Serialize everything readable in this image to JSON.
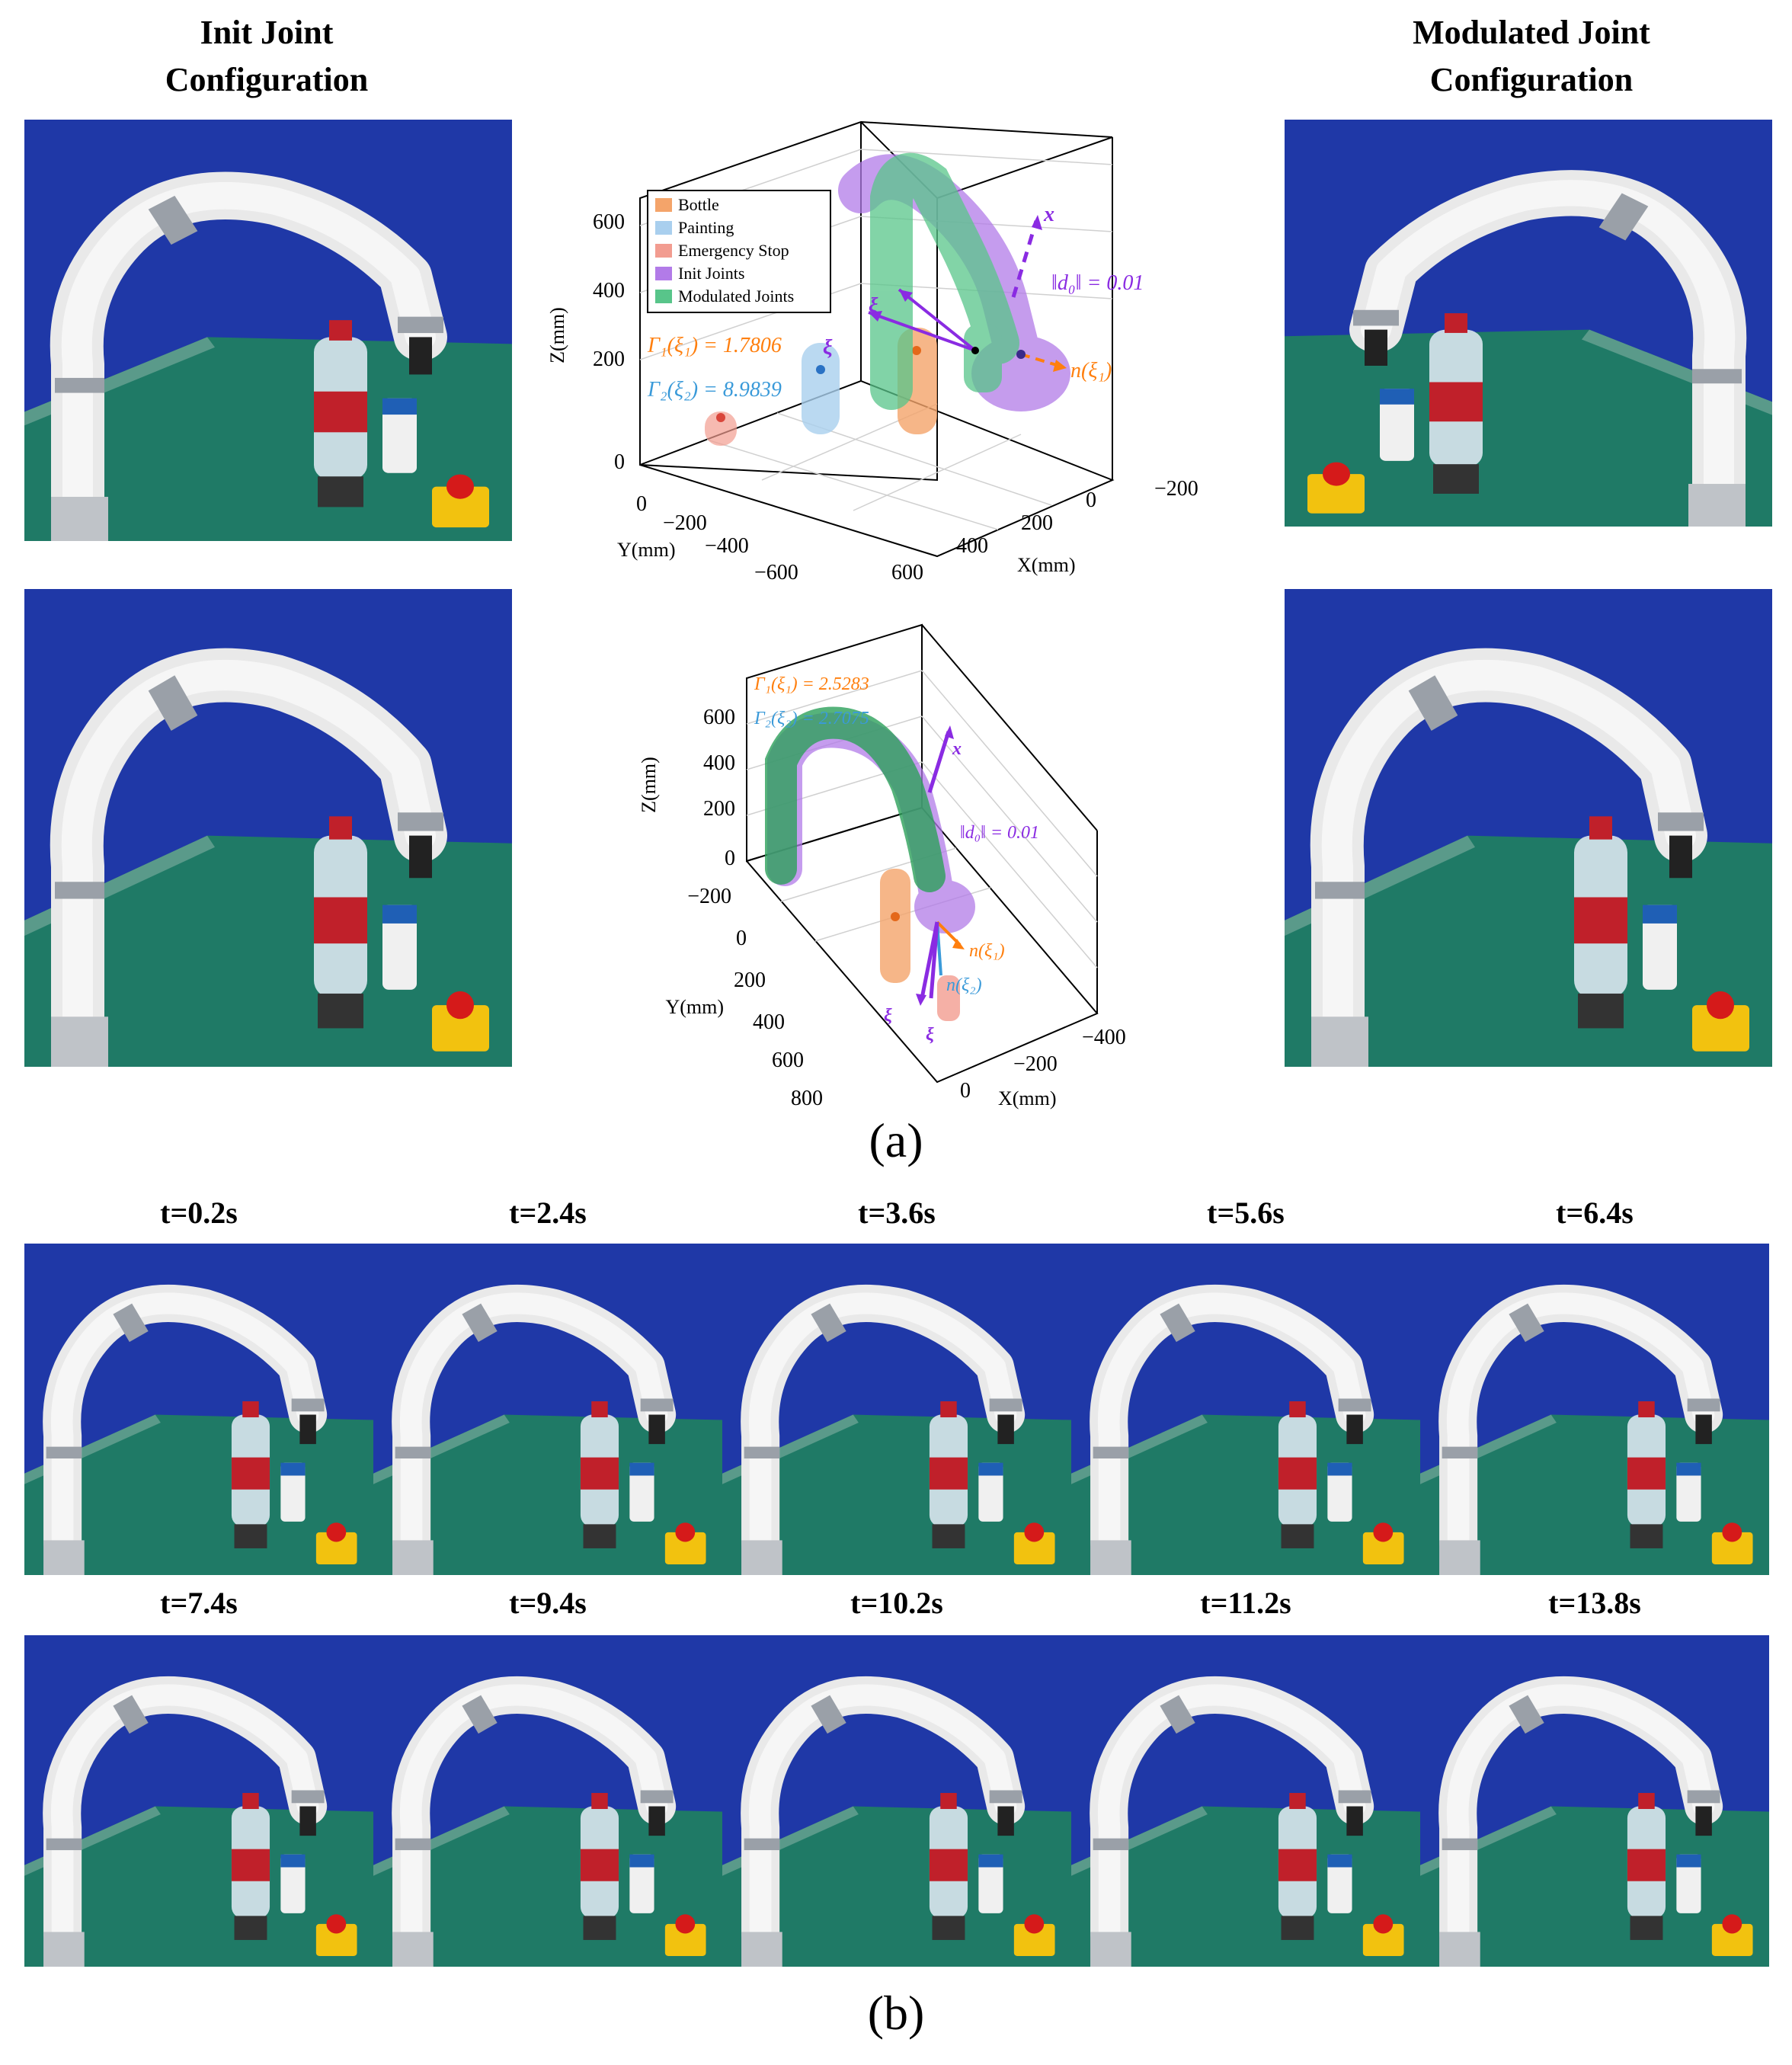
{
  "part_a": {
    "left_header": [
      "Init Joint",
      "Configuration"
    ],
    "right_header": [
      "Modulated Joint",
      "Configuration"
    ],
    "caption": "(a)",
    "plot1": {
      "legend": [
        "Bottle",
        "Painting",
        "Emergency Stop",
        "Init Joints",
        "Modulated Joints"
      ],
      "legend_colors": [
        "#f4a46a",
        "#a9cfee",
        "#f29c90",
        "#b27be8",
        "#58c58a"
      ],
      "z_label": "Z(mm)",
      "y_label": "Y(mm)",
      "x_label": "X(mm)",
      "z_ticks": [
        "600",
        "400",
        "200",
        "0"
      ],
      "y_ticks": [
        "0",
        "−200",
        "−400",
        "−600"
      ],
      "x_ticks": [
        "600",
        "400",
        "200",
        "0",
        "−200"
      ],
      "gamma1": "Γ₁(ξ₁) = 1.7806",
      "gamma2": "Γ₂(ξ₂) = 8.9839",
      "d0": "‖d₀‖ = 0.01",
      "xv": "x",
      "xi_mod": "ξ",
      "xi_init": "ξ",
      "normal": "n(ξ₁)"
    },
    "plot2": {
      "z_label": "Z(mm)",
      "y_label": "Y(mm)",
      "x_label": "X(mm)",
      "z_ticks": [
        "600",
        "400",
        "200",
        "0"
      ],
      "y_ticks": [
        "−200",
        "0",
        "200",
        "400",
        "600",
        "800"
      ],
      "x_ticks": [
        "0",
        "−200",
        "−400"
      ],
      "gamma1": "Γ₁(ξ₁) = 2.5283",
      "gamma2": "Γ₂(ξ₂) = 2.7075",
      "d0": "‖d₀‖ = 0.01",
      "xv": "x",
      "xi_mod": "ξ",
      "xi_init": "ξ",
      "normal1": "n(ξ₁)",
      "normal2": "n(ξ₂)"
    }
  },
  "part_b": {
    "caption": "(b)",
    "row1_times": [
      "t=0.2s",
      "t=2.4s",
      "t=3.6s",
      "t=5.6s",
      "t=6.4s"
    ],
    "row2_times": [
      "t=7.4s",
      "t=9.4s",
      "t=10.2s",
      "t=11.2s",
      "t=13.8s"
    ]
  },
  "colors": {
    "orange": "#ff7f0e",
    "blue": "#3a9ad9",
    "purple": "#8a2be2",
    "green": "#2ca05a",
    "backdrop": "#1c35a0",
    "table": "#1f7a66"
  }
}
